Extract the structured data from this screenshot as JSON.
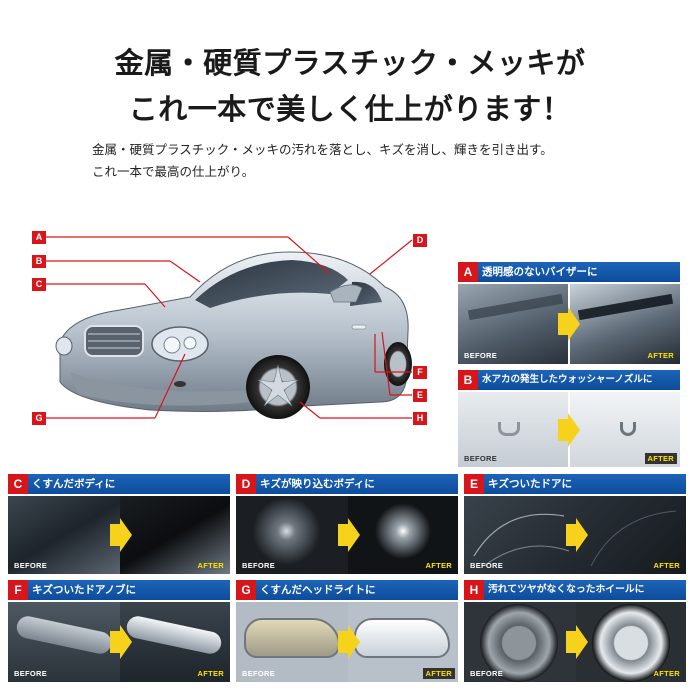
{
  "headline": {
    "line1": "金属・硬質プラスチック・メッキが",
    "line2": "これ一本で美しく仕上がります！"
  },
  "description": {
    "line1": "金属・硬質プラスチック・メッキの汚れを落とし、キズを消し、輝きを引き出す。",
    "line2": "これ一本で最高の仕上がり。"
  },
  "callouts": [
    "A",
    "B",
    "C",
    "D",
    "E",
    "F",
    "G",
    "H"
  ],
  "panels": [
    {
      "letter": "A",
      "title": "透明感のないバイザーに"
    },
    {
      "letter": "B",
      "title": "水アカの発生したウォッシャーノズルに"
    },
    {
      "letter": "C",
      "title": "くすんだボディに"
    },
    {
      "letter": "D",
      "title": "キズが映り込むボディに"
    },
    {
      "letter": "E",
      "title": "キズついたドアに"
    },
    {
      "letter": "F",
      "title": "キズついたドアノブに"
    },
    {
      "letter": "G",
      "title": "くすんだヘッドライトに"
    },
    {
      "letter": "H",
      "title": "汚れてツヤがなくなったホイールに"
    }
  ],
  "labels": {
    "before": "BEFORE",
    "after": "AFTER"
  },
  "colors": {
    "accent_red": "#d7161c",
    "header_blue": "#1463b5",
    "arrow_yellow": "#f6d21c"
  }
}
